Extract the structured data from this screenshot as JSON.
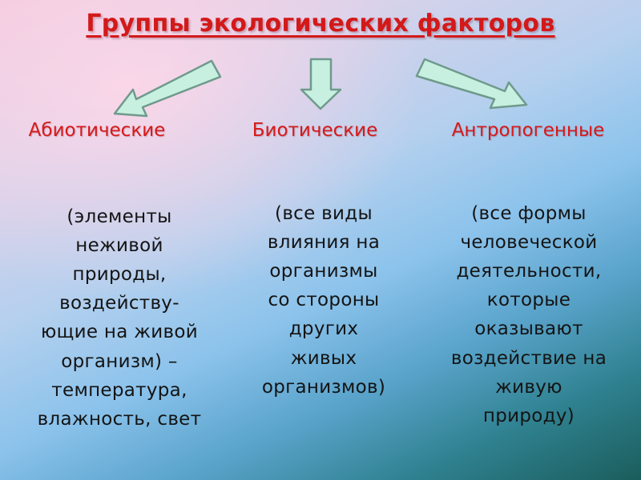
{
  "title": "Группы экологических факторов",
  "columns": [
    {
      "heading": "Абиотические",
      "lines": [
        "(элементы",
        "неживой",
        "природы,",
        "воздейству-",
        "ющие на живой",
        "организм) –",
        "температура,",
        "влажность, свет"
      ]
    },
    {
      "heading": "Биотические",
      "lines": [
        "(все виды",
        "влияния на",
        "организмы",
        "со стороны",
        "других",
        "живых",
        "организмов)"
      ]
    },
    {
      "heading": "Антропогенные",
      "lines": [
        "(все формы",
        "человеческой",
        "деятельности,",
        "которые",
        "оказывают",
        "воздействие на",
        "живую",
        "природу)"
      ]
    }
  ],
  "colors": {
    "title": "#d31919",
    "heading": "#d51a1a",
    "arrow_fill": "#c7f0e0",
    "arrow_stroke": "#6f9a8c"
  }
}
